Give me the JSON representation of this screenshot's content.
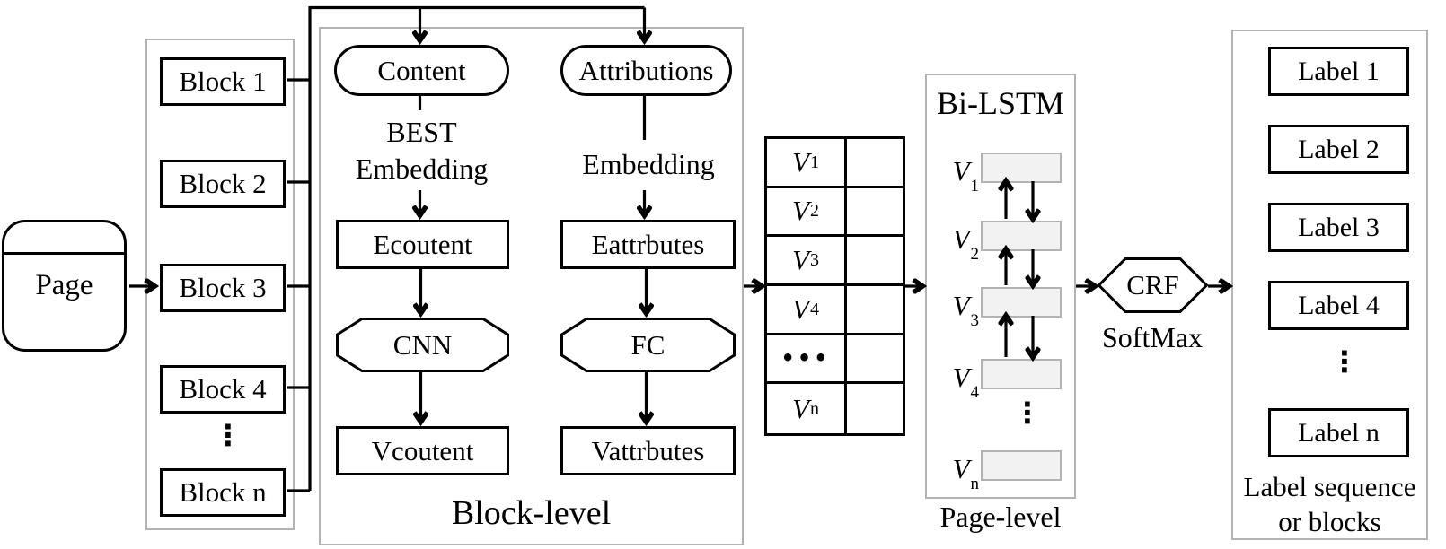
{
  "colors": {
    "stroke": "#000000",
    "panel_border": "#b3b3b3",
    "cell_fill": "#f2f2f2",
    "cell_border": "#b3b3b3",
    "background": "#ffffff"
  },
  "page_node": {
    "label": "Page"
  },
  "blocks_panel": {
    "items": [
      "Block 1",
      "Block 2",
      "Block 3",
      "Block 4",
      "Block n"
    ],
    "ellipsis": "⋮"
  },
  "block_level": {
    "title": "Block-level",
    "content_branch": {
      "source": "Content",
      "embed_line1": "BEST",
      "embed_line2": "Embedding",
      "embedding": "Ecoutent",
      "operator": "CNN",
      "output": "Vcoutent"
    },
    "attribution_branch": {
      "source": "Attributions",
      "embed_line1": "Embedding",
      "embedding": "Eattrbutes",
      "operator": "FC",
      "output": "Vattrbutes"
    }
  },
  "vector_table": {
    "rows": [
      {
        "v": "V",
        "sub": "1"
      },
      {
        "v": "V",
        "sub": "2"
      },
      {
        "v": "V",
        "sub": "3"
      },
      {
        "v": "V",
        "sub": "4"
      },
      {
        "ellipsis": "•••"
      },
      {
        "v": "V",
        "sub": "n"
      }
    ]
  },
  "page_level_panel": {
    "title": "Bi-LSTM",
    "caption": "Page-level",
    "rows": [
      {
        "v": "V",
        "sub": "1"
      },
      {
        "v": "V",
        "sub": "2"
      },
      {
        "v": "V",
        "sub": "3"
      },
      {
        "v": "V",
        "sub": "4"
      },
      {
        "v": "V",
        "sub": "n"
      }
    ],
    "ellipsis": "⋮"
  },
  "crf_node": {
    "label": "CRF",
    "method": "SoftMax"
  },
  "labels_panel": {
    "items": [
      "Label 1",
      "Label 2",
      "Label 3",
      "Label 4",
      "Label n"
    ],
    "ellipsis": "⋮",
    "caption_line1": "Label sequence",
    "caption_line2": "or blocks"
  }
}
